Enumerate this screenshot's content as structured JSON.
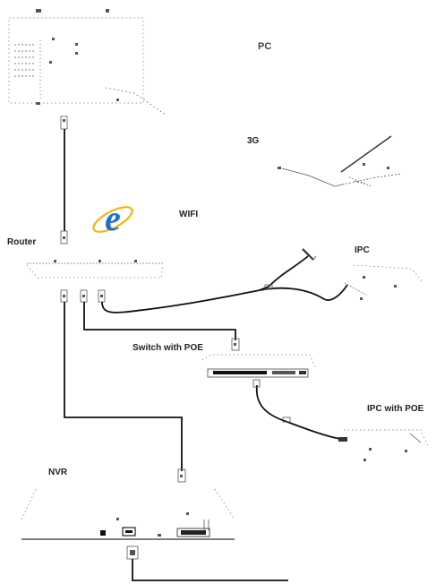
{
  "labels": {
    "pc": "PC",
    "g3": "3G",
    "wifi": "WIFI",
    "router": "Router",
    "ipc": "IPC",
    "switch": "Switch with POE",
    "ipc_poe": "IPC with POE",
    "nvr": "NVR"
  },
  "colors": {
    "ie_blue": "#1f6fd1",
    "ie_ring": "#f2b705",
    "cable": "#111111"
  },
  "icons": {
    "browser": "internet-explorer-icon"
  }
}
